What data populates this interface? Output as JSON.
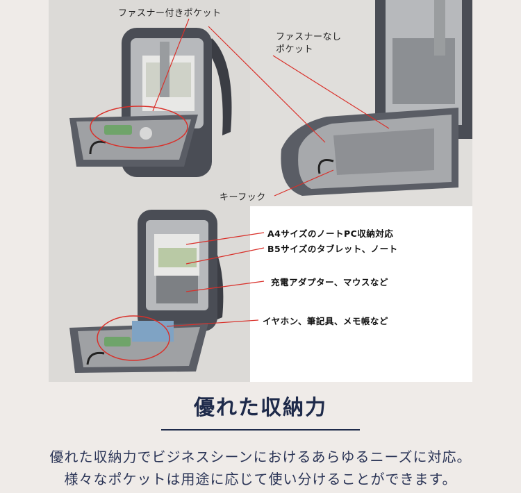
{
  "colors": {
    "page_background": "#efebe8",
    "callout_line": "#d9302a",
    "heading_text": "#1e2a4a",
    "bag_body": "#4a4d55",
    "lining": "#b7b9bc"
  },
  "callouts_top": {
    "zip_pocket": "ファスナー付きポケット",
    "no_zip_pocket_line1": "ファスナーなし",
    "no_zip_pocket_line2": "ポケット",
    "key_hook": "キーフック"
  },
  "callouts_bottom": {
    "a4_laptop": "A4サイズのノートPC収納対応",
    "b5_tablet": "B5サイズのタブレット、ノート",
    "adapter": "充電アダプター、マウスなど",
    "earphones": "イヤホン、筆記具、メモ帳など"
  },
  "headline": "優れた収納力",
  "description": {
    "line1": "優れた収納力でビジネスシーンにおけるあらゆるニーズに対応。",
    "line2": "様々なポケットは用途に応じて使い分けることができます。"
  }
}
